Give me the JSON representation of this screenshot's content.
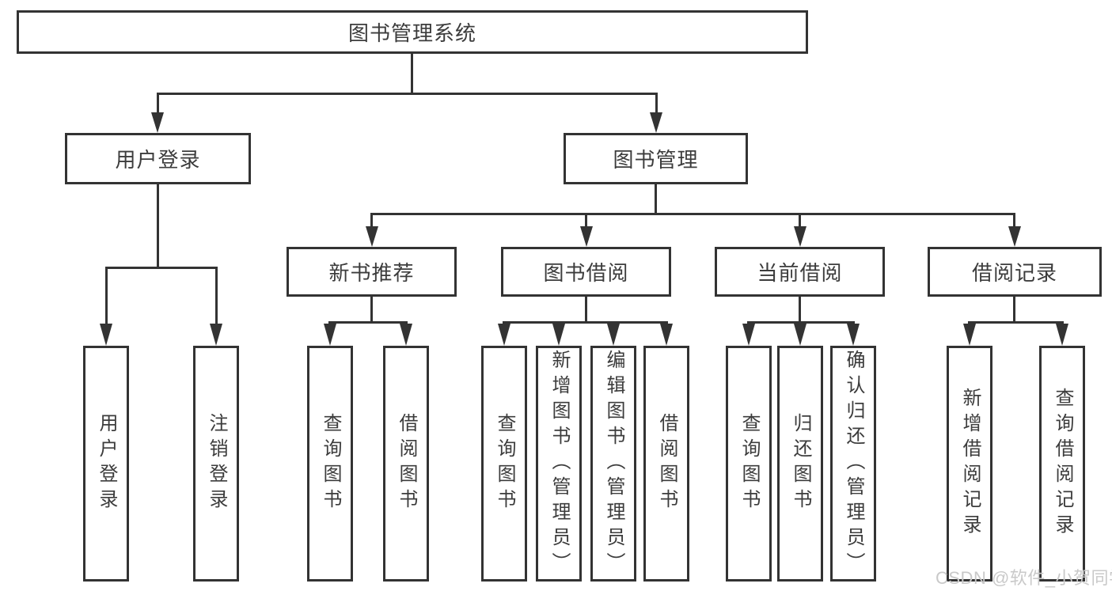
{
  "diagram": {
    "root": {
      "label": "图书管理系统"
    },
    "branches": [
      {
        "label": "用户登录",
        "children": [
          {
            "label": "用户登录"
          },
          {
            "label": "注销登录"
          }
        ]
      },
      {
        "label": "图书管理",
        "children": [
          {
            "label": "新书推荐",
            "children": [
              {
                "label": "查询图书"
              },
              {
                "label": "借阅图书"
              }
            ]
          },
          {
            "label": "图书借阅",
            "children": [
              {
                "label": "查询图书"
              },
              {
                "label": "新增图书（管理员）"
              },
              {
                "label": "编辑图书（管理员）"
              },
              {
                "label": "借阅图书"
              }
            ]
          },
          {
            "label": "当前借阅",
            "children": [
              {
                "label": "查询图书"
              },
              {
                "label": "归还图书"
              },
              {
                "label": "确认归还（管理员）"
              }
            ]
          },
          {
            "label": "借阅记录",
            "children": [
              {
                "label": "新增借阅记录"
              },
              {
                "label": "查询借阅记录"
              }
            ]
          }
        ]
      }
    ]
  },
  "watermark": {
    "text": "CSDN @软件_小贺同学",
    "color": "#c9c9c9"
  },
  "colors": {
    "line": "#333333",
    "text": "#3c3c3c",
    "background": "#ffffff"
  }
}
